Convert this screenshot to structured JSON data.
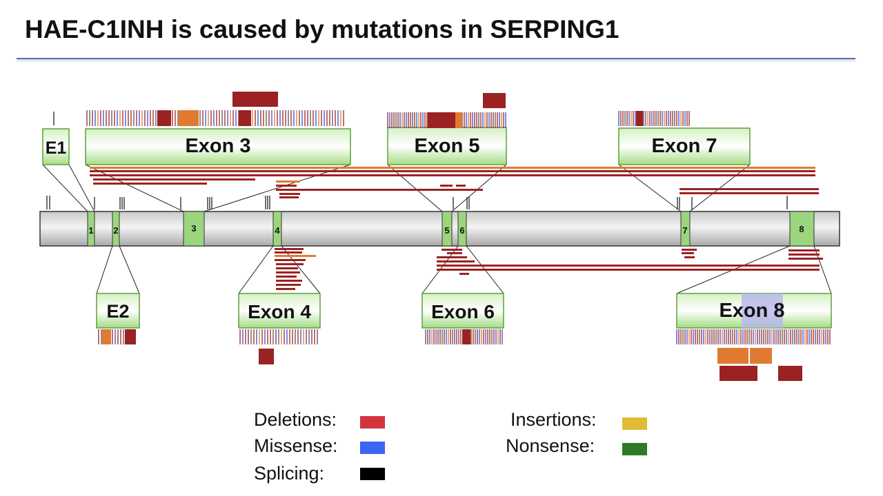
{
  "title": "HAE-C1INH is caused by mutations in SERPING1",
  "exons_on_gene": [
    "1",
    "2",
    "3",
    "4",
    "5",
    "6",
    "7",
    "8"
  ],
  "exon_callouts": {
    "e1": "E1",
    "e2": "E2",
    "e3": "Exon 3",
    "e4": "Exon 4",
    "e5": "Exon 5",
    "e6": "Exon 6",
    "e7": "Exon 7",
    "e8": "Exon 8"
  },
  "legend": {
    "deletions": "Deletions:",
    "missense": "Missense:",
    "splicing": "Splicing:",
    "insertions": "Insertions:",
    "nonsense": "Nonsense:"
  },
  "colors": {
    "deletion": "#d2343f",
    "missense": "#3a66f2",
    "splicing": "#000000",
    "insertion": "#e0bc33",
    "nonsense": "#2f7a28",
    "dark_red": "#9b2222",
    "orange": "#e07a30",
    "exon_green": "#9bd57d",
    "rule_blue": "#4a73b5"
  }
}
